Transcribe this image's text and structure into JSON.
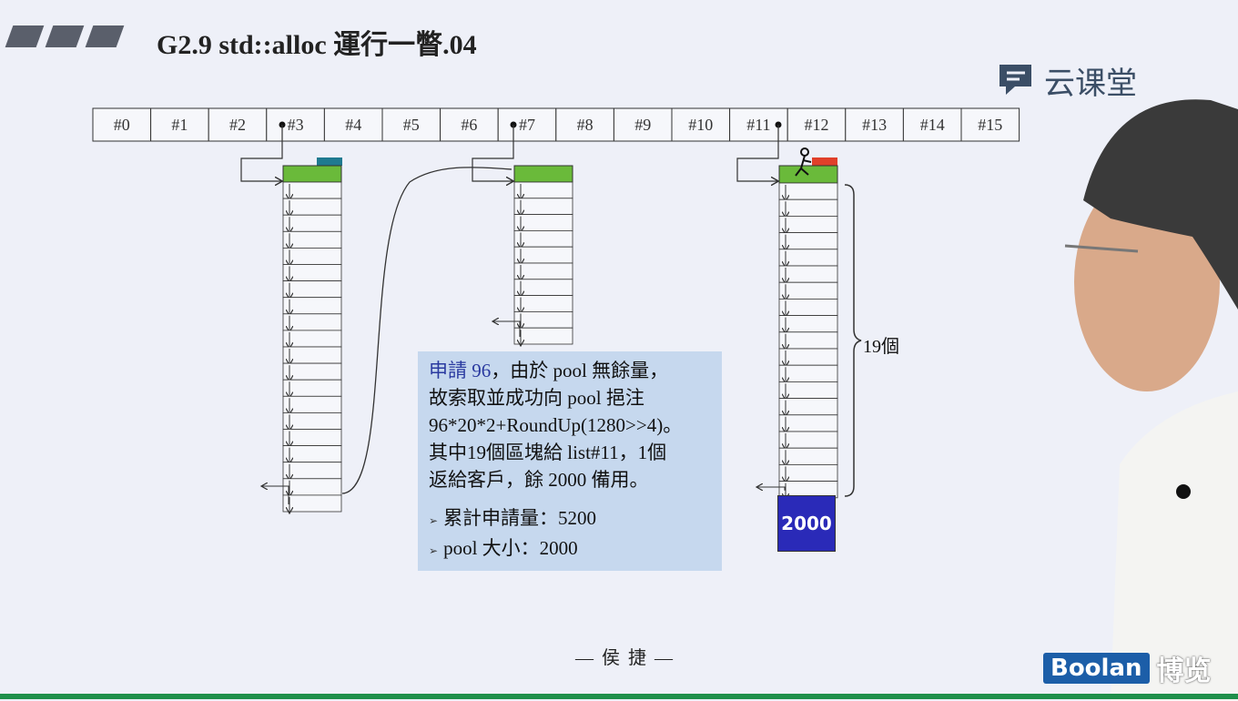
{
  "slide": {
    "title": "G2.9 std::alloc 運行一瞥.04",
    "watermark": "云课堂",
    "author": "— 侯 捷 —"
  },
  "free_list": {
    "slots": [
      "#0",
      "#1",
      "#2",
      "#3",
      "#4",
      "#5",
      "#6",
      "#7",
      "#8",
      "#9",
      "#10",
      "#11",
      "#12",
      "#13",
      "#14",
      "#15"
    ],
    "chunk_counts": {
      "list3": 20,
      "list7": 10,
      "list11": 19
    }
  },
  "info": {
    "lines": [
      {
        "hl": "申請 96",
        "rest": "，由於 pool 無餘量，"
      },
      {
        "hl": "",
        "rest": "故索取並成功向 pool 挹注"
      },
      {
        "hl": "",
        "rest": "96*20*2+RoundUp(1280>>4)。"
      },
      {
        "hl": "",
        "rest": "其中19個區塊給 list#11，1個"
      },
      {
        "hl": "",
        "rest": "返給客戶，餘 2000 備用。"
      }
    ],
    "bullets": [
      "累計申請量：5200",
      "pool 大小：2000"
    ]
  },
  "count_label": "19個",
  "pool_value": "2000",
  "branding": {
    "en": "Boolan",
    "cn": "博览"
  },
  "colors": {
    "background": "#eef0f8",
    "chunk_head": "#6aba3a",
    "info_box": "#c6d8ee",
    "pool": "#2a2ab8",
    "brand": "#1c5ea8",
    "bottom_bar": "#1f8f4a",
    "tab_teal": "#1f7a90",
    "tab_red": "#e0402a"
  }
}
